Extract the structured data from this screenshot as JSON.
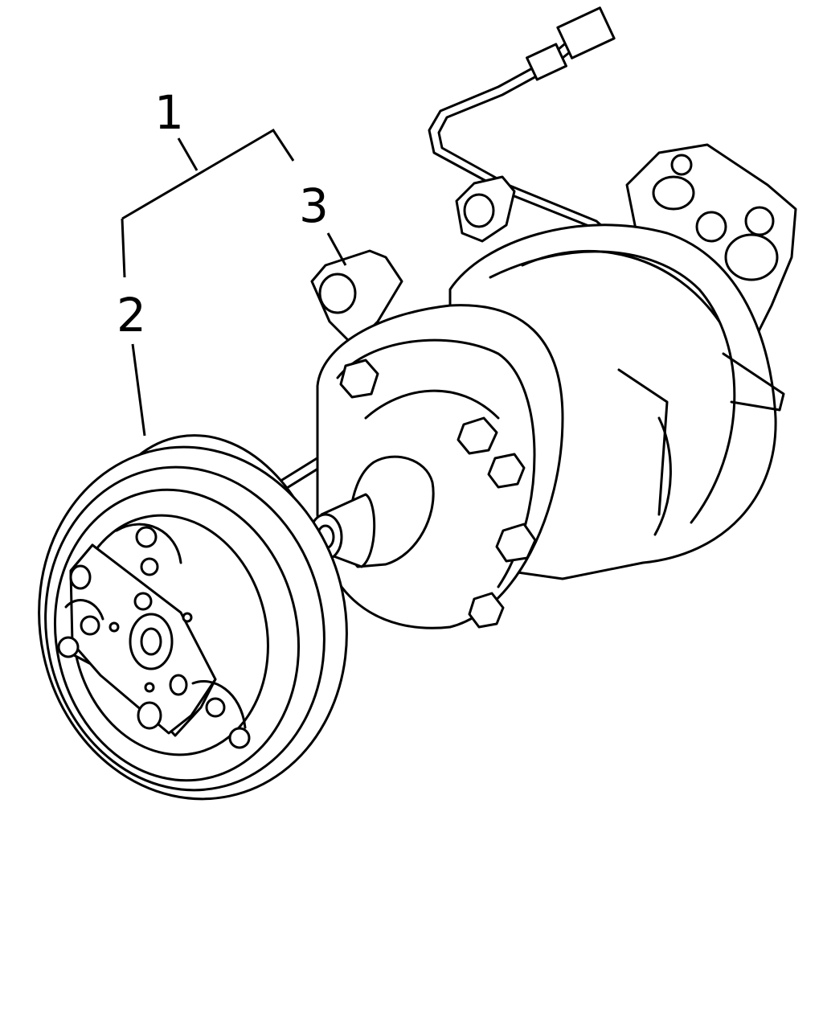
{
  "callouts": {
    "c1": "1",
    "c2": "2",
    "c3": "3"
  },
  "colors": {
    "line": "#000000",
    "background": "#ffffff"
  }
}
